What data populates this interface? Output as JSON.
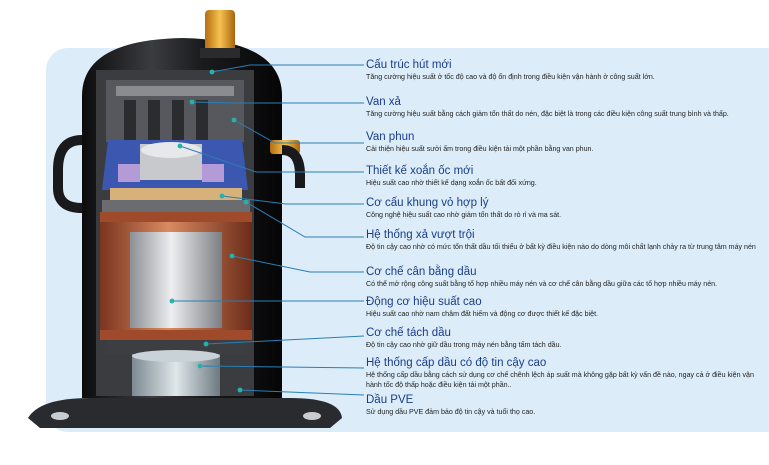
{
  "colors": {
    "panel": "#dcecf8",
    "title": "#1a3e8a",
    "leader": "#2a7fb4",
    "dot": "#22b3ad",
    "copper": "#c26a45",
    "brass": "#e0a02c"
  },
  "features": [
    {
      "title": "Cấu trúc hút mới",
      "desc": "Tăng cường hiệu suất ở tốc độ cao và độ ổn định trong điều kiện vận hành ở công suất lớn."
    },
    {
      "title": "Van xả",
      "desc": "Tăng cường hiệu suất bằng cách giảm tổn thất do nén, đặc biệt là trong các điều kiện công suất trung bình và thấp."
    },
    {
      "title": "Van phun",
      "desc": "Cải thiện hiệu suất sưởi ấm trong điều kiện tải một phần bằng van phun."
    },
    {
      "title": "Thiết kế xoắn ốc mới",
      "desc": "Hiệu suất cao nhờ thiết kế dạng xoắn ốc bất đối xứng."
    },
    {
      "title": "Cơ cấu khung vỏ hợp lý",
      "desc": "Công nghệ hiệu suất cao nhờ giảm tổn thất do rò rỉ và ma sát."
    },
    {
      "title": "Hệ thống xả vượt trội",
      "desc": "Độ tin cậy cao nhờ có mức tổn thất dầu tối thiểu ở bất kỳ điều kiện nào do dòng môi chất lạnh chảy ra từ trung tâm máy nén"
    },
    {
      "title": "Cơ chế cân bằng dầu",
      "desc": "Có thể mở rộng công suất bằng tổ hợp nhiều máy nén và cơ chế cân bằng dầu giữa các tổ hợp nhiều máy nén."
    },
    {
      "title": "Động cơ hiệu suất cao",
      "desc": "Hiệu suất cao nhờ nam châm đất hiếm và động cơ được thiết kế đặc biệt."
    },
    {
      "title": "Cơ chế tách dầu",
      "desc": "Độ tin cậy cao nhờ giữ dầu trong máy nén bằng tấm tách dầu."
    },
    {
      "title": "Hệ thống cấp dầu có độ tin cậy cao",
      "desc": "Hệ thống cấp dầu bằng cách sử dụng cơ chế chênh lệch áp suất mà không gặp bất kỳ vấn đề nào, ngay cả ở điều kiện vận hành tốc độ thấp hoặc điều kiện tải một phần.."
    },
    {
      "title": "Dầu PVE",
      "desc": "Sử dụng dầu PVE đảm bảo độ tin cậy và tuổi thọ cao."
    }
  ]
}
